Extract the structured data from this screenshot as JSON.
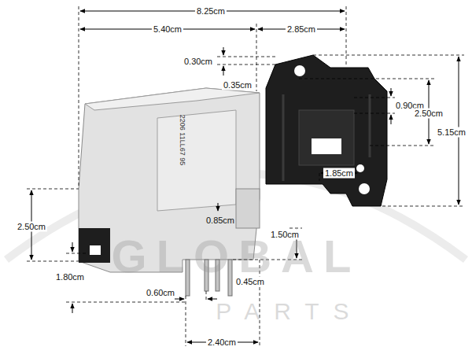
{
  "diagram": {
    "labels": [
      "8.25cm",
      "5.40cm",
      "2.85cm",
      "0.30cm",
      "0.35cm",
      "0.90cm",
      "2.50cm",
      "5.15cm",
      "2206 11LL67 95",
      "1.85cm",
      "2.50cm",
      "0.85cm",
      "1.50cm",
      "GLOBAL",
      "1.80cm",
      "0.45cm",
      "0.60cm",
      "PARTS",
      "2.40cm"
    ]
  }
}
